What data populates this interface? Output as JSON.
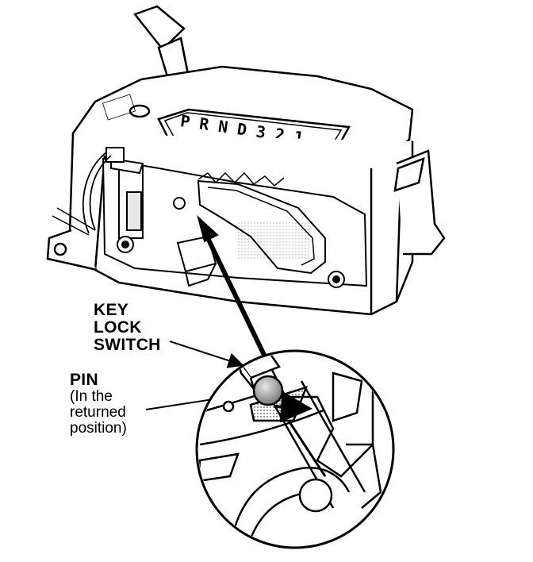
{
  "labels": {
    "key_lock_line1": "KEY",
    "key_lock_line2": "LOCK",
    "key_lock_line3": "SWITCH",
    "pin_title": "PIN",
    "pin_note_line1": "(In the",
    "pin_note_line2": "returned",
    "pin_note_line3": "position)"
  },
  "gear_indicator": "P R N D 3 2 1",
  "colors": {
    "ink": "#000000",
    "paper": "#ffffff",
    "shade": "#d6d6d6",
    "pin_fill": "#9a9a9a"
  }
}
